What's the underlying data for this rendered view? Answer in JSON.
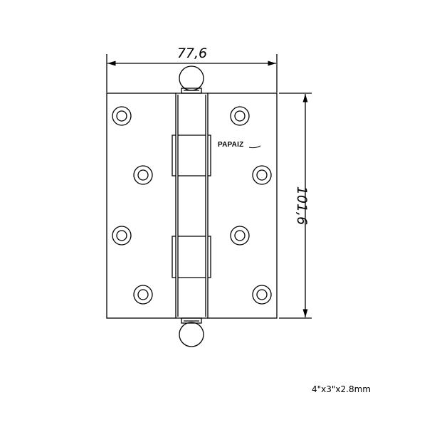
{
  "drawing": {
    "width_dimension": "77,6",
    "height_dimension": "101,6",
    "brand_mark": "PAPAIZ",
    "spec_caption": "4\"x3\"x2.8mm"
  }
}
